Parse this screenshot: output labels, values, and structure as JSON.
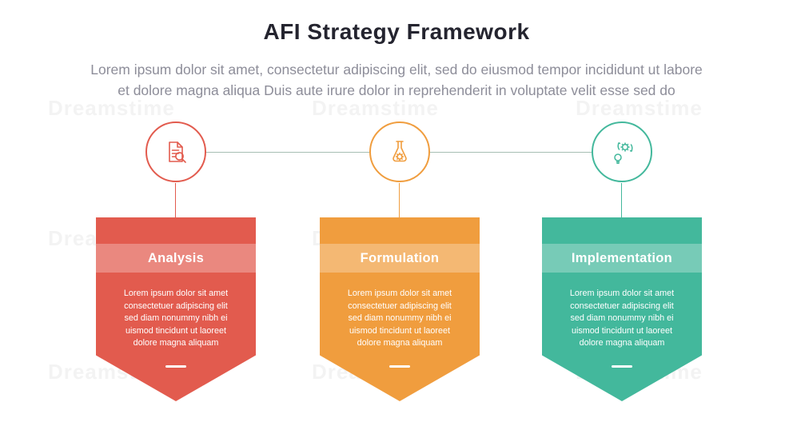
{
  "page": {
    "title": "AFI Strategy Framework",
    "subtitle": "Lorem ipsum dolor sit amet, consectetur adipiscing elit, sed do eiusmod tempor incididunt ut labore\net dolore magna aliqua Duis aute irure dolor in reprehenderit in voluptate velit esse sed do"
  },
  "colors": {
    "analysis_red": "#e25b4e",
    "formulation_orange": "#f09d3e",
    "implementation_teal": "#43b89c",
    "title_text": "#24242f",
    "subtitle_text": "#8d8d99",
    "connector_line": "#a6beb3"
  },
  "watermark": {
    "text": "Dreamstime"
  },
  "stages": [
    {
      "label": "Analysis",
      "icon": "document-search-icon",
      "color": "#e25b4e",
      "body": "Lorem ipsum dolor sit amet\nconsectetuer adipiscing elit\nsed diam nonummy nibh ei\nuismod tincidunt ut laoreet\ndolore magna aliquam"
    },
    {
      "label": "Formulation",
      "icon": "flask-gear-icon",
      "color": "#f09d3e",
      "body": "Lorem ipsum dolor sit amet\nconsectetuer adipiscing elit\nsed diam nonummy nibh ei\nuismod tincidunt ut laoreet\ndolore magna aliquam"
    },
    {
      "label": "Implementation",
      "icon": "gear-sync-bulb-icon",
      "color": "#43b89c",
      "body": "Lorem ipsum dolor sit amet\nconsectetuer adipiscing elit\nsed diam nonummy nibh ei\nuismod tincidunt ut laoreet\ndolore magna aliquam"
    }
  ]
}
